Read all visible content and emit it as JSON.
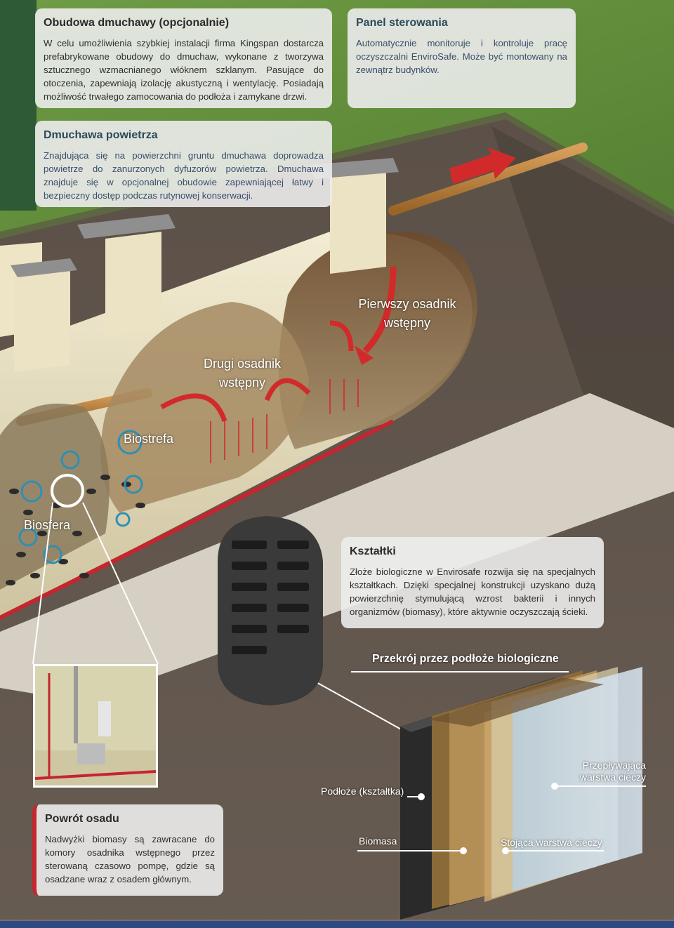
{
  "cards": {
    "housing": {
      "title": "Obudowa dmuchawy (opcjonalnie)",
      "text": "W celu umożliwienia szybkiej instalacji firma Kingspan dostarcza prefabrykowane obudowy do dmuchaw, wykonane z tworzywa sztucznego wzmacnianego włóknem szklanym. Pasujące do otoczenia, zapewniają izolację akustyczną i wentylację. Posiadają możliwość trwałego zamocowania do podłoża i zamykane drzwi."
    },
    "panel": {
      "title": "Panel sterowania",
      "text": "Automatycznie monitoruje i kontroluje pracę oczyszczalni EnviroSafe. Może być montowany na zewnątrz budynków."
    },
    "blower": {
      "title": "Dmuchawa powietrza",
      "text": "Znajdująca się na powierzchni gruntu dmuchawa doprowadza powietrze do zanurzonych dyfuzorów powietrza. Dmuchawa znajduje się w opcjonalnej obudowie zapewniającej łatwy i bezpieczny dostęp podczas rutynowej konserwacji."
    },
    "shapes": {
      "title": "Kształtki",
      "text": "Złoże biologiczne w Envirosafe rozwija się na specjalnych kształtkach. Dzięki specjalnej konstrukcji uzyskano dużą powierzchnię stymulującą wzrost bakterii i innych organizmów (biomasy), które aktywnie oczyszczają ścieki."
    },
    "return": {
      "title": "Powrót osadu",
      "text": "Nadwyżki biomasy są zawracane do komory osadnika wstępnego przez sterowaną czasowo pompę, gdzie są osadzane wraz z osadem głównym."
    }
  },
  "labels": {
    "first_settler": "Pierwszy osadnik wstępny",
    "second_settler": "Drugi osadnik wstępny",
    "biozone": "Biostrefa",
    "biosphere": "Biosfera",
    "cross_section_title": "Przekrój przez podłoże biologiczne",
    "substrate": "Podłoże (kształtka)",
    "biomass": "Biomasa",
    "flowing_layer": "Przepływająca warstwa cieczy",
    "standing_layer": "Stojąca warstwa cieczy"
  },
  "colors": {
    "accent_red": "#c4262e",
    "title_teal": "#2c4a5a",
    "bar_blue": "#2c4a86",
    "grass": "#5f8f3a",
    "soil": "#6b6157",
    "tank": "#e9e2c6"
  }
}
